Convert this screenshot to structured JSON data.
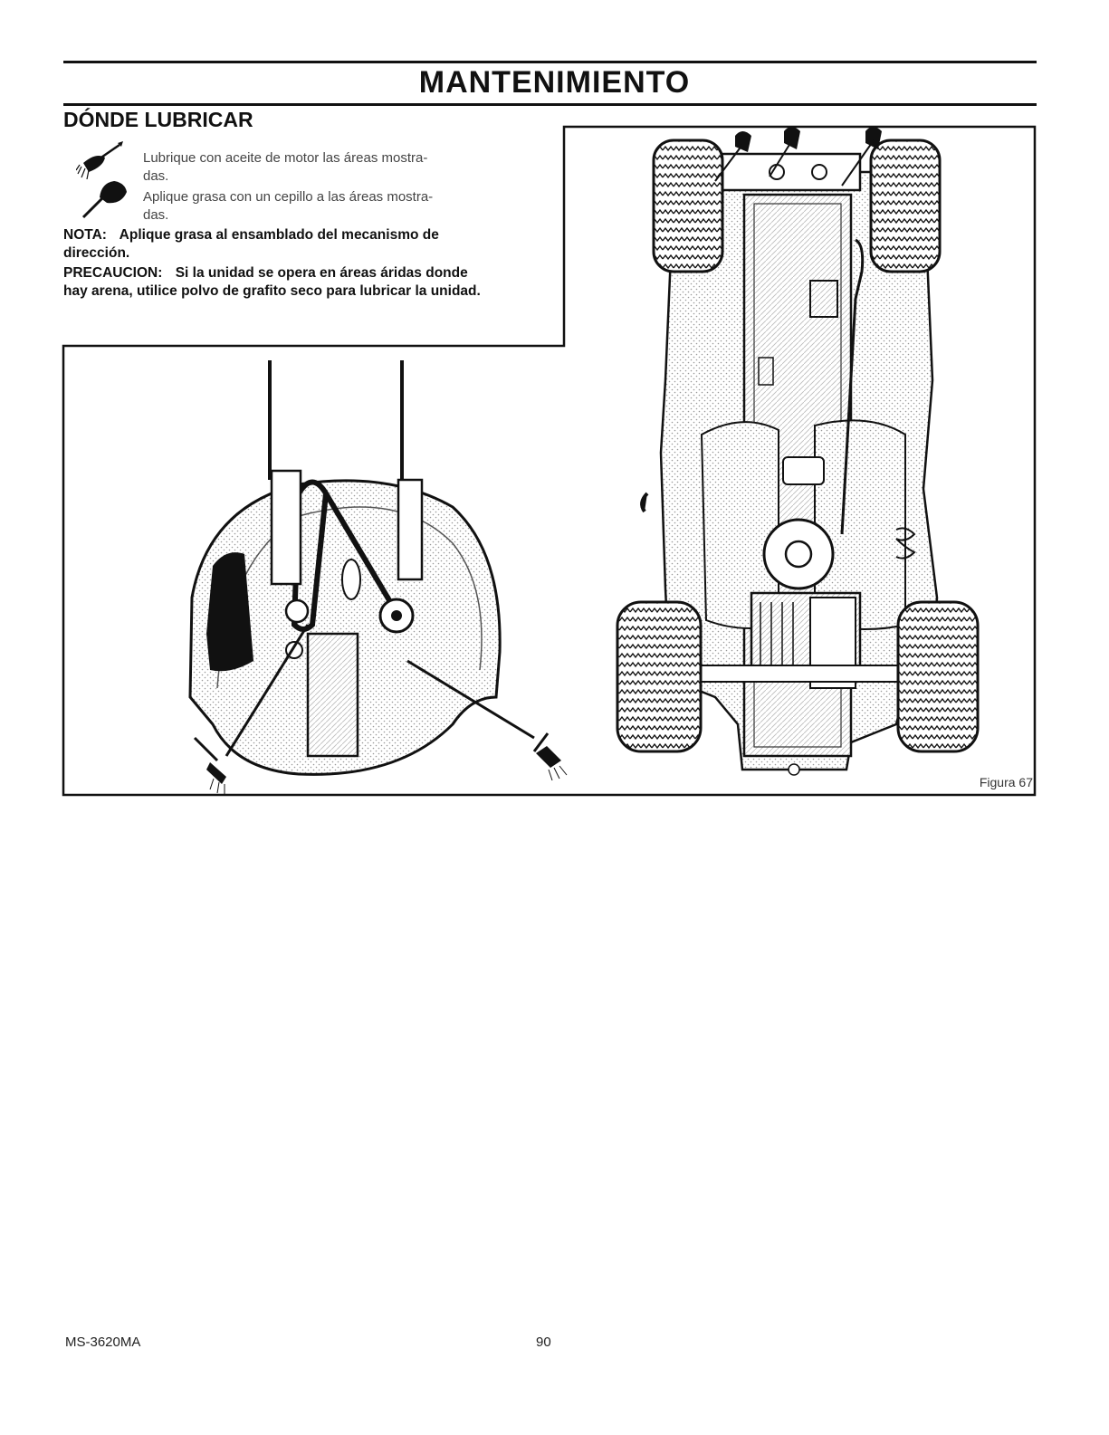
{
  "header": {
    "title": "MANTENIMIENTO"
  },
  "section": {
    "heading": "DÓNDE LUBRICAR",
    "legend": [
      {
        "icon": "oil-can-icon",
        "line1": "Lubrique con aceite de motor las áreas mostra-",
        "line2": "das."
      },
      {
        "icon": "grease-brush-icon",
        "line1": "Aplique grasa con un cepillo a las áreas mostra-",
        "line2": "das."
      }
    ],
    "note": {
      "label": "NOTA:",
      "line1": "Aplique grasa al ensamblado del mecanismo de",
      "line2": "dirección."
    },
    "caution": {
      "label": "PRECAUCION:",
      "line1": "Si la unidad se opera en áreas áridas donde",
      "line2": "hay arena, utilice polvo de grafito seco para lubricar la unidad."
    }
  },
  "figure": {
    "caption": "Figura 67"
  },
  "footer": {
    "model": "MS-3620MA",
    "page": "90"
  }
}
